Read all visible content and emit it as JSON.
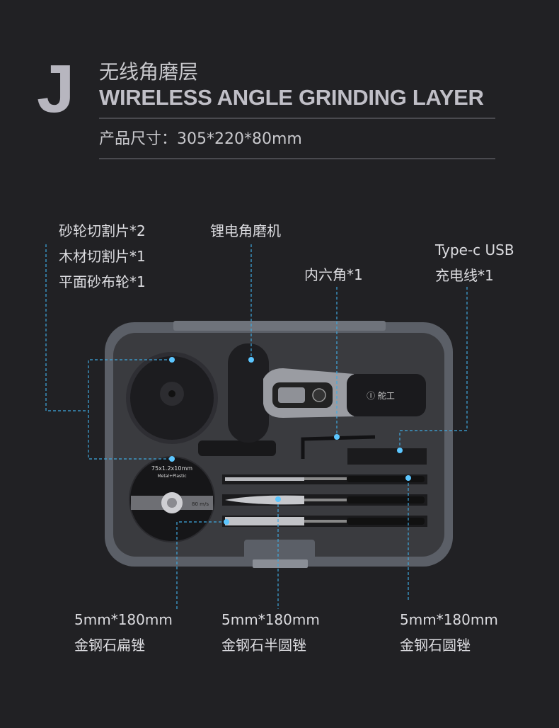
{
  "header": {
    "letter": "J",
    "title_cn": "无线角磨层",
    "title_en": "WIRELESS ANGLE GRINDING LAYER",
    "size_text": "产品尺寸：305*220*80mm"
  },
  "callouts": {
    "discs": [
      "砂轮切割片*2",
      "木材切割片*1",
      "平面砂布轮*1"
    ],
    "grinder": "锂电角磨机",
    "hex_key": "内六角*1",
    "usb": [
      "Type-c USB",
      "充电线*1"
    ],
    "flat_file": [
      "5mm*180mm",
      "金钢石扁锉"
    ],
    "half_round_file": [
      "5mm*180mm",
      "金钢石半圆锉"
    ],
    "round_file": [
      "5mm*180mm",
      "金钢石圆锉"
    ]
  },
  "product_marks": {
    "brand": "Ⓘ 舵工",
    "disc_spec": "75x1.2x10mm",
    "disc_material": "Metal+Plastic",
    "disc_speed": "80 m/s"
  },
  "colors": {
    "background": "#212124",
    "case": "#5a5e66",
    "callout_line": "#3fa9e0"
  }
}
